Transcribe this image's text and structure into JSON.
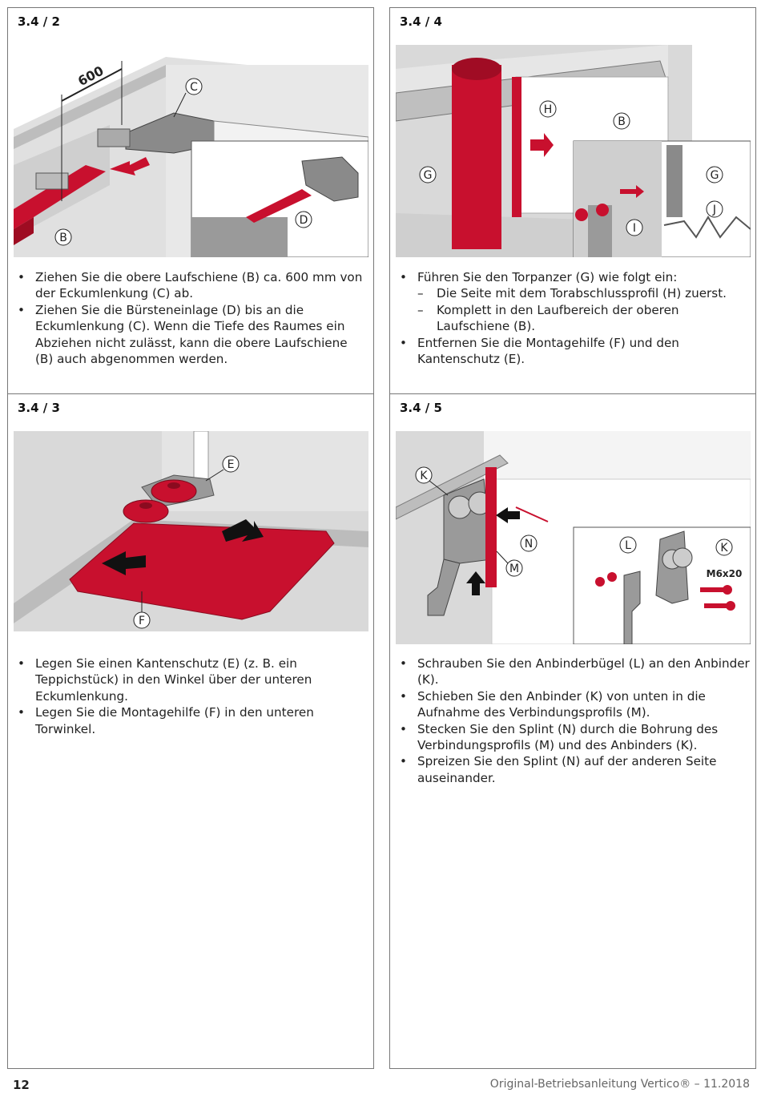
{
  "panels": {
    "p1": {
      "step": "3.4 / 2",
      "labels": {
        "dim": "600",
        "c": "C",
        "b": "B",
        "d": "D"
      },
      "items": [
        "Ziehen Sie die obere Laufschiene (B) ca. 600 mm von der Eckumlenkung (C) ab.",
        "Ziehen Sie die Bürsteneinlage (D) bis an die Eckumlenkung (C). Wenn die Tiefe des Raumes ein Abziehen nicht zulässt, kann die obere Laufschiene (B) auch abgenommen werden."
      ]
    },
    "p2": {
      "step": "3.4 / 4",
      "labels": {
        "h": "H",
        "b": "B",
        "g": "G",
        "g2": "G",
        "i": "I",
        "j": "J"
      },
      "items": [
        "Führen Sie den Torpanzer (G) wie folgt ein:",
        "Die Seite mit dem Torabschlussprofil (H) zuerst.",
        "Komplett in den Laufbereich der oberen Laufschiene (B).",
        "Entfernen Sie die Montagehilfe (F) und den Kantenschutz (E)."
      ]
    },
    "p3": {
      "step": "3.4 / 3",
      "labels": {
        "e": "E",
        "f": "F"
      },
      "items": [
        "Legen Sie einen Kantenschutz (E) (z. B. ein Teppichstück) in den Winkel über der unteren Eckumlenkung.",
        "Legen Sie die Montagehilfe (F) in den unteren Torwinkel."
      ]
    },
    "p4": {
      "step": "3.4 / 5",
      "labels": {
        "k": "K",
        "n": "N",
        "m": "M",
        "l": "L",
        "k2": "K",
        "screw": "M6x20"
      },
      "items": [
        "Schrauben Sie den Anbinderbügel (L) an den Anbinder (K).",
        "Schieben Sie den Anbinder (K) von unten in die Aufnahme des Verbindungsprofils (M).",
        "Stecken Sie den Splint (N) durch die Bohrung des Verbindungsprofils (M) und des Anbinders (K).",
        "Spreizen Sie den Splint (N) auf der anderen Seite auseinander."
      ]
    }
  },
  "footer": {
    "page": "12",
    "doc": "Original-Betriebsanleitung Vertico® – 11.2018"
  },
  "colors": {
    "red": "#c8102e",
    "grey": "#d9d9d9",
    "dark": "#8a8a8a"
  }
}
